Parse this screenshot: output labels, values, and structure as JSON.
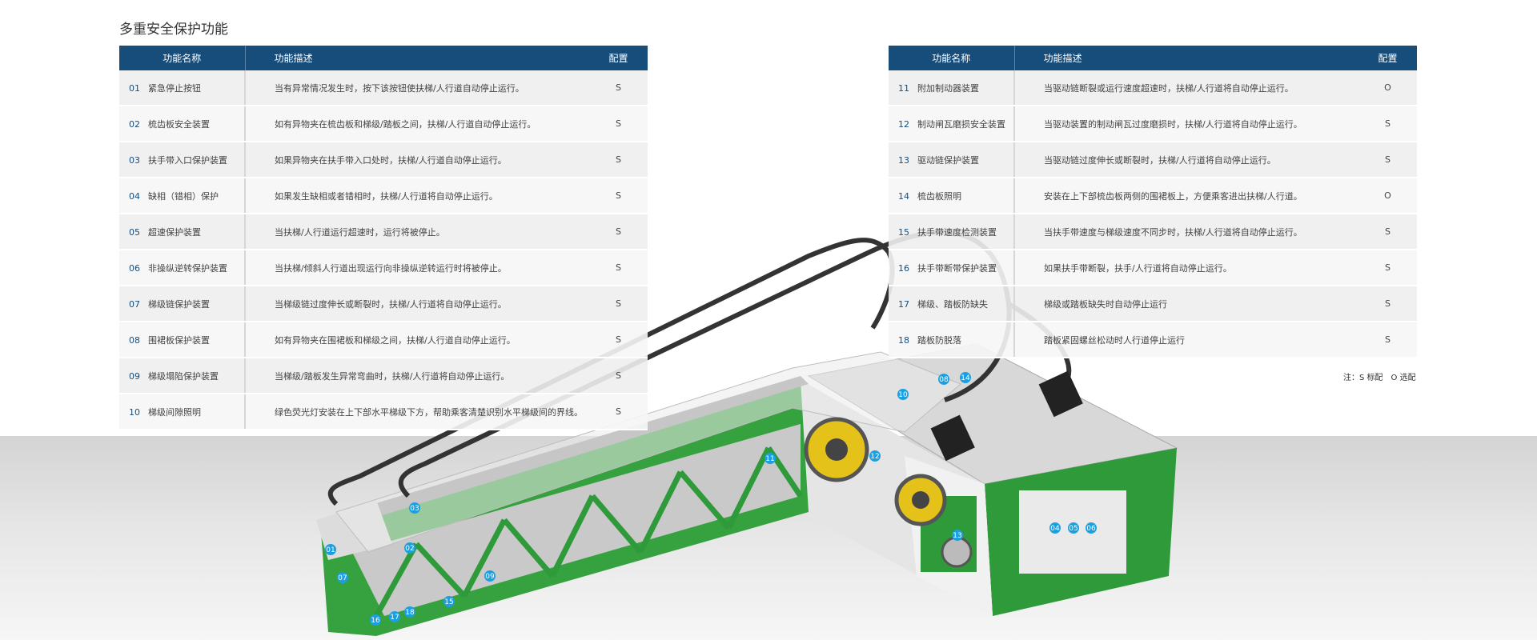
{
  "title": "多重安全保护功能",
  "headers": {
    "name": "功能名称",
    "desc": "功能描述",
    "config": "配置"
  },
  "left_rows": [
    {
      "no": "01",
      "name": "紧急停止按钮",
      "desc": "当有异常情况发生时，按下该按钮使扶梯/人行道自动停止运行。",
      "config": "S"
    },
    {
      "no": "02",
      "name": "梳齿板安全装置",
      "desc": "如有异物夹在梳齿板和梯级/踏板之间，扶梯/人行道自动停止运行。",
      "config": "S"
    },
    {
      "no": "03",
      "name": "扶手带入口保护装置",
      "desc": "如果异物夹在扶手带入口处时，扶梯/人行道自动停止运行。",
      "config": "S"
    },
    {
      "no": "04",
      "name": "缺相（错相）保护",
      "desc": "如果发生缺相或者错相时，扶梯/人行道将自动停止运行。",
      "config": "S"
    },
    {
      "no": "05",
      "name": "超速保护装置",
      "desc": "当扶梯/人行道运行超速时，运行将被停止。",
      "config": "S"
    },
    {
      "no": "06",
      "name": "非操纵逆转保护装置",
      "desc": "当扶梯/倾斜人行道出现运行向非操纵逆转运行时将被停止。",
      "config": "S"
    },
    {
      "no": "07",
      "name": "梯级链保护装置",
      "desc": "当梯级链过度伸长或断裂时，扶梯/人行道将自动停止运行。",
      "config": "S"
    },
    {
      "no": "08",
      "name": "围裙板保护装置",
      "desc": "如有异物夹在围裙板和梯级之间，扶梯/人行道自动停止运行。",
      "config": "S"
    },
    {
      "no": "09",
      "name": "梯级塌陷保护装置",
      "desc": "当梯级/踏板发生异常弯曲时，扶梯/人行道将自动停止运行。",
      "config": "S"
    },
    {
      "no": "10",
      "name": "梯级间隙照明",
      "desc": "绿色荧光灯安装在上下部水平梯级下方，帮助乘客清楚识别水平梯级间的界线。",
      "config": "S"
    }
  ],
  "right_rows": [
    {
      "no": "11",
      "name": "附加制动器装置",
      "desc": "当驱动链断裂或运行速度超速时，扶梯/人行道将自动停止运行。",
      "config": "O"
    },
    {
      "no": "12",
      "name": "制动闸瓦磨损安全装置",
      "desc": "当驱动装置的制动闸瓦过度磨损时，扶梯/人行道将自动停止运行。",
      "config": "S"
    },
    {
      "no": "13",
      "name": "驱动链保护装置",
      "desc": "当驱动链过度伸长或断裂时，扶梯/人行道将自动停止运行。",
      "config": "S"
    },
    {
      "no": "14",
      "name": "梳齿板照明",
      "desc": "安装在上下部梳齿板两侧的围裙板上，方便乘客进出扶梯/人行道。",
      "config": "O"
    },
    {
      "no": "15",
      "name": "扶手带速度检测装置",
      "desc": "当扶手带速度与梯级速度不同步时，扶梯/人行道将自动停止运行。",
      "config": "S"
    },
    {
      "no": "16",
      "name": "扶手带断带保护装置",
      "desc": "如果扶手带断裂，扶手/人行道将自动停止运行。",
      "config": "S"
    },
    {
      "no": "17",
      "name": "梯级、踏板防缺失",
      "desc": "梯级或踏板缺失时自动停止运行",
      "config": "S"
    },
    {
      "no": "18",
      "name": "踏板防脱落",
      "desc": "踏板紧固螺丝松动时人行道停止运行",
      "config": "S"
    }
  ],
  "note": "注：S 标配　O 选配",
  "callouts": [
    "01",
    "02",
    "03",
    "04",
    "05",
    "06",
    "07",
    "08",
    "09",
    "10",
    "11",
    "12",
    "13",
    "14",
    "15",
    "16",
    "17",
    "18"
  ],
  "colors": {
    "header": "#174d7a",
    "truss": "#2e9a3a",
    "badge": "#1aa0e0"
  }
}
